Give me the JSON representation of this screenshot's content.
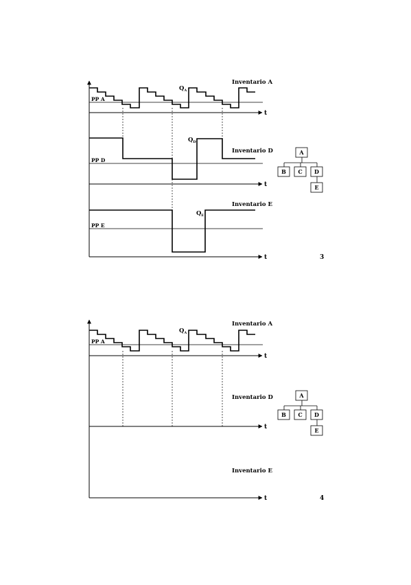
{
  "figure3": {
    "number": "3",
    "panelA": {
      "title": "Inventario A",
      "pp": "PP A",
      "q": "Q",
      "q_sub": "A",
      "t": "t"
    },
    "panelD": {
      "title": "Inventario D",
      "pp": "PP D",
      "q": "Q",
      "q_sub": "D",
      "t": "t"
    },
    "panelE": {
      "title": "Inventario E",
      "pp": "PP E",
      "q": "Q",
      "q_sub": "E",
      "t": "t"
    },
    "tree": {
      "root": "A",
      "children": [
        "B",
        "C",
        "D"
      ],
      "grandchild": "E"
    }
  },
  "figure4": {
    "number": "4",
    "panelA": {
      "title": "Inventario A",
      "pp": "PP A",
      "q": "Q",
      "q_sub": "A",
      "t": "t"
    },
    "panelD": {
      "title": "Inventario D",
      "t": "t"
    },
    "panelE": {
      "title": "Inventario E",
      "t": "t"
    },
    "tree": {
      "root": "A",
      "children": [
        "B",
        "C",
        "D"
      ],
      "grandchild": "E"
    }
  }
}
